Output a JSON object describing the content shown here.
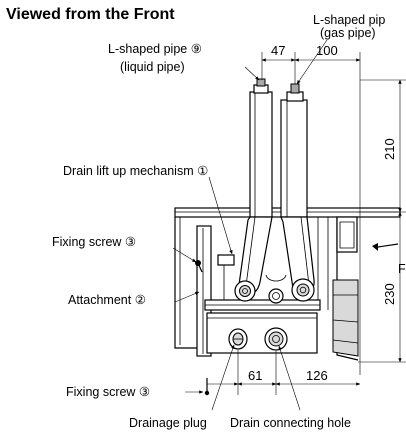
{
  "title": "Viewed from the Front",
  "labels": {
    "pipe_gas_1": "L-shaped pip",
    "pipe_gas_2": "(gas pipe)",
    "pipe_liquid_1": "L-shaped pipe ⑨",
    "pipe_liquid_2": "(liquid pipe)",
    "drain_lift": "Drain lift up mechanism ①",
    "fixing_screw_upper": "Fixing screw ③",
    "attachment": "Attachment ②",
    "fixing_screw_lower": "Fixing screw ③",
    "drainage_plug": "Drainage plug",
    "drain_hole": "Drain connecting hole",
    "edge_letter": "F"
  },
  "dimensions": {
    "d47": "47",
    "d100": "100",
    "d210": "210",
    "d230": "230",
    "d61": "61",
    "d126": "126"
  }
}
